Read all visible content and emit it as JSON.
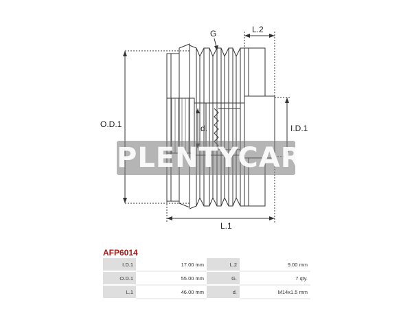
{
  "drawing": {
    "labels": {
      "g": "G",
      "l2": "L.2",
      "od1": "O.D.1",
      "d": "d.",
      "id1": "I.D.1",
      "l1": "L.1"
    },
    "colors": {
      "line": "#333333",
      "dashed": "#333333",
      "watermark_bg": "#7a7a7a"
    }
  },
  "watermark": {
    "text": "PLENTYCAR"
  },
  "part_code": "AFP6014",
  "specs": [
    {
      "label_left": "I.D.1",
      "value_left": "17.00 mm",
      "label_right": "L.2",
      "value_right": "9.00 mm"
    },
    {
      "label_left": "O.D.1",
      "value_left": "55.00 mm",
      "label_right": "G.",
      "value_right": "7 qty."
    },
    {
      "label_left": "L.1",
      "value_left": "46.00 mm",
      "label_right": "d.",
      "value_right": "M14x1.5 mm"
    }
  ],
  "colors": {
    "part_code": "#b01818",
    "label_bg": "#dedede"
  }
}
